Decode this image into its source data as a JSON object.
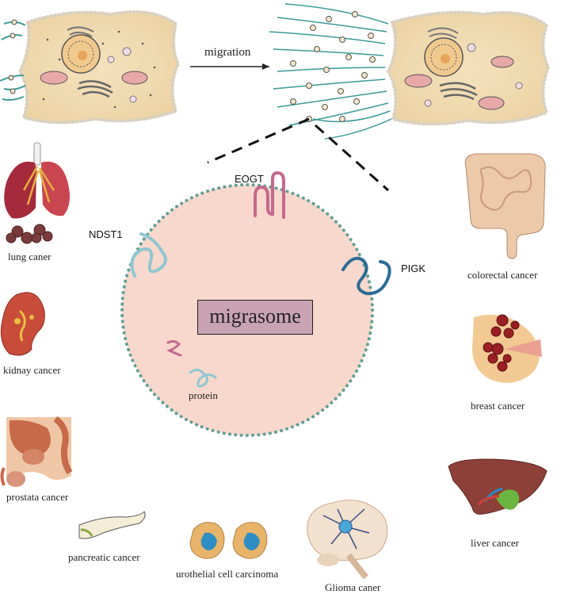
{
  "top": {
    "arrow_label": "migration"
  },
  "center": {
    "title": "migrasome",
    "protein_label": "protein",
    "proteins": [
      "NDST1",
      "EOGT",
      "PIGK"
    ],
    "colors": {
      "migrasome_fill": "#f8d8cc",
      "membrane": "#5f9f94",
      "title_box": "#c9a3b4",
      "eogt": "#c5688d",
      "ndst1": "#8ec7d2",
      "pigk": "#2b6c96"
    }
  },
  "cancers": [
    {
      "name": "lung caner",
      "icon": "lungs-icon"
    },
    {
      "name": "kidnay cancer",
      "icon": "kidney-icon"
    },
    {
      "name": "prostata cancer",
      "icon": "prostate-icon"
    },
    {
      "name": "pancreatic cancer",
      "icon": "pancreas-icon"
    },
    {
      "name": "urothelial cell carcinoma",
      "icon": "urothelial-cells-icon"
    },
    {
      "name": "Glioma caner",
      "icon": "brain-icon"
    },
    {
      "name": "liver cancer",
      "icon": "liver-icon"
    },
    {
      "name": "breast cancer",
      "icon": "breast-icon"
    },
    {
      "name": "colorectal cancer",
      "icon": "intestine-icon"
    }
  ]
}
